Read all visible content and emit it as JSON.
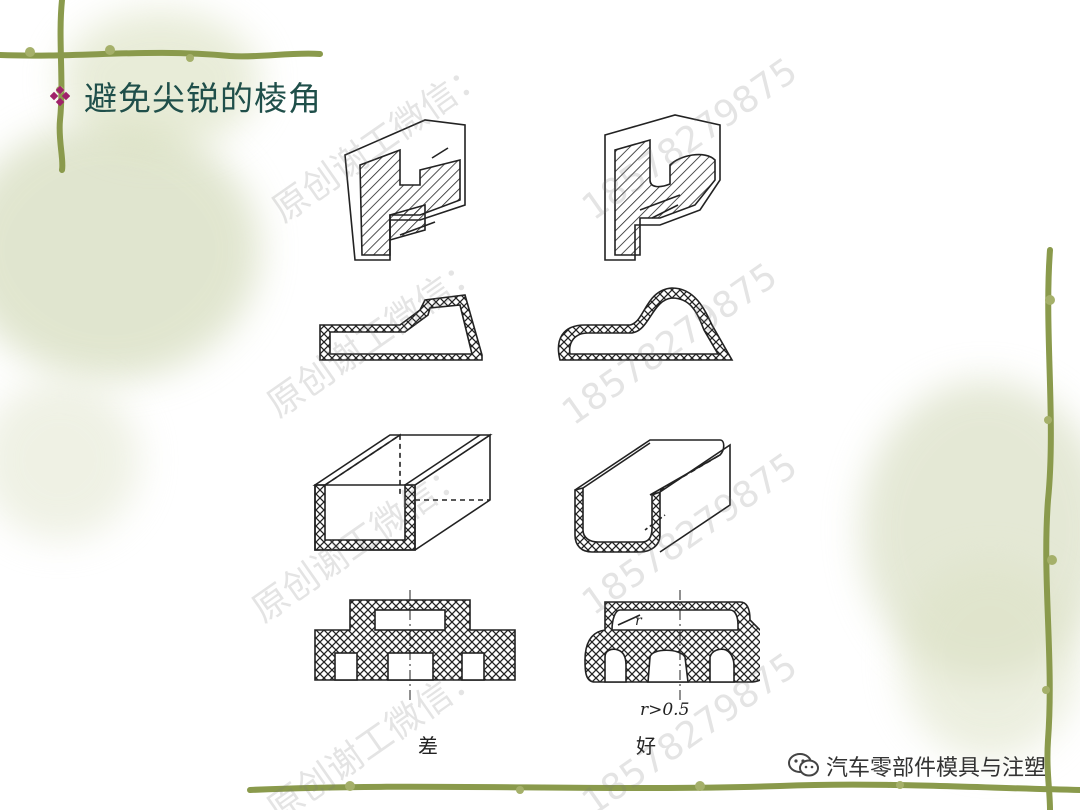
{
  "slide": {
    "title": "避免尖锐的棱角",
    "bullet_icon": "diamond-bullet-icon",
    "accent": "#a0226a",
    "title_color": "#1f4f4a"
  },
  "figure": {
    "label_bad": "差",
    "label_good": "好",
    "radius_note": "r>0.5",
    "radius_symbol": "r"
  },
  "watermarks": [
    "原创谢工微信：",
    "18578279875",
    "原创谢工微信：",
    "18578279875",
    "原创谢工微信：",
    "18578279875",
    "原创谢工微信：",
    "18578279875"
  ],
  "footer": {
    "brand": "汽车零部件模具与注塑",
    "icon": "wechat-icon"
  }
}
